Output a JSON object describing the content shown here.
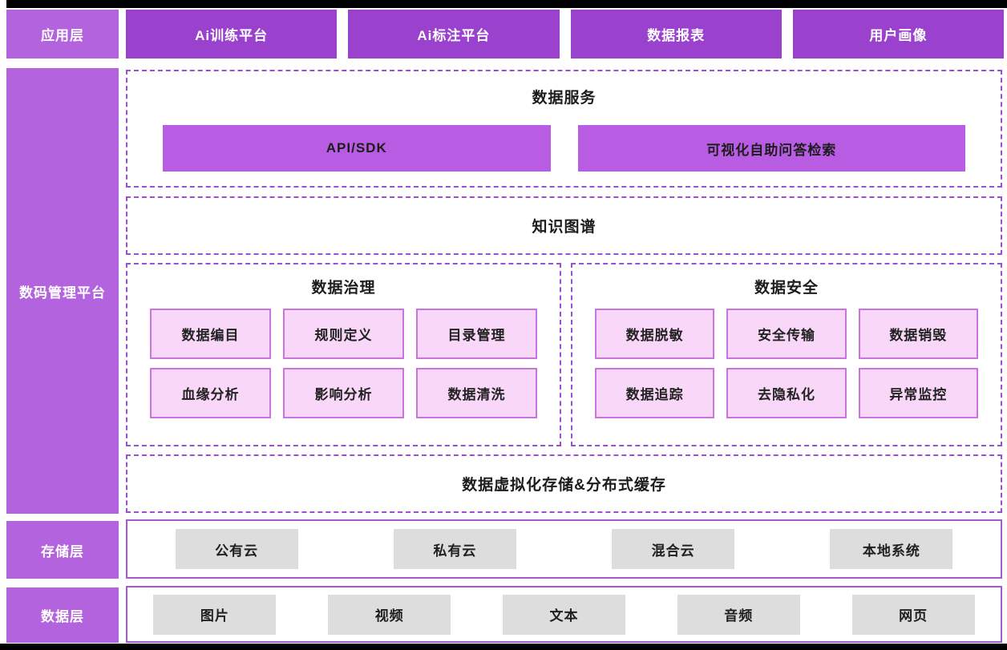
{
  "colors": {
    "sidebar_purple": "#b263dd",
    "app_button_purple": "#9a41ce",
    "service_button_purple": "#b85ce4",
    "pink_cell_bg": "#f8d7f8",
    "pink_cell_border": "#ca74dd",
    "dashed_border": "#9d4fd4",
    "solid_border": "#a55bce",
    "gray_box": "#dcdddc"
  },
  "layers": {
    "app_layer": {
      "label": "应用层",
      "items": [
        "Ai训练平台",
        "Ai标注平台",
        "数据报表",
        "用户画像"
      ]
    },
    "platform_layer": {
      "label": "数码管理平台",
      "data_service": {
        "title": "数据服务",
        "items": [
          "API/SDK",
          "可视化自助问答检索"
        ]
      },
      "knowledge_graph": {
        "title": "知识图谱"
      },
      "data_governance": {
        "title": "数据治理",
        "items": [
          "数据编目",
          "规则定义",
          "目录管理",
          "血缘分析",
          "影响分析",
          "数据清洗"
        ]
      },
      "data_security": {
        "title": "数据安全",
        "items": [
          "数据脱敏",
          "安全传输",
          "数据销毁",
          "数据追踪",
          "去隐私化",
          "异常监控"
        ]
      },
      "virtual_storage": {
        "title": "数据虚拟化存储&分布式缓存"
      }
    },
    "storage_layer": {
      "label": "存储层",
      "items": [
        "公有云",
        "私有云",
        "混合云",
        "本地系统"
      ]
    },
    "data_layer": {
      "label": "数据层",
      "items": [
        "图片",
        "视频",
        "文本",
        "音频",
        "网页"
      ]
    }
  }
}
